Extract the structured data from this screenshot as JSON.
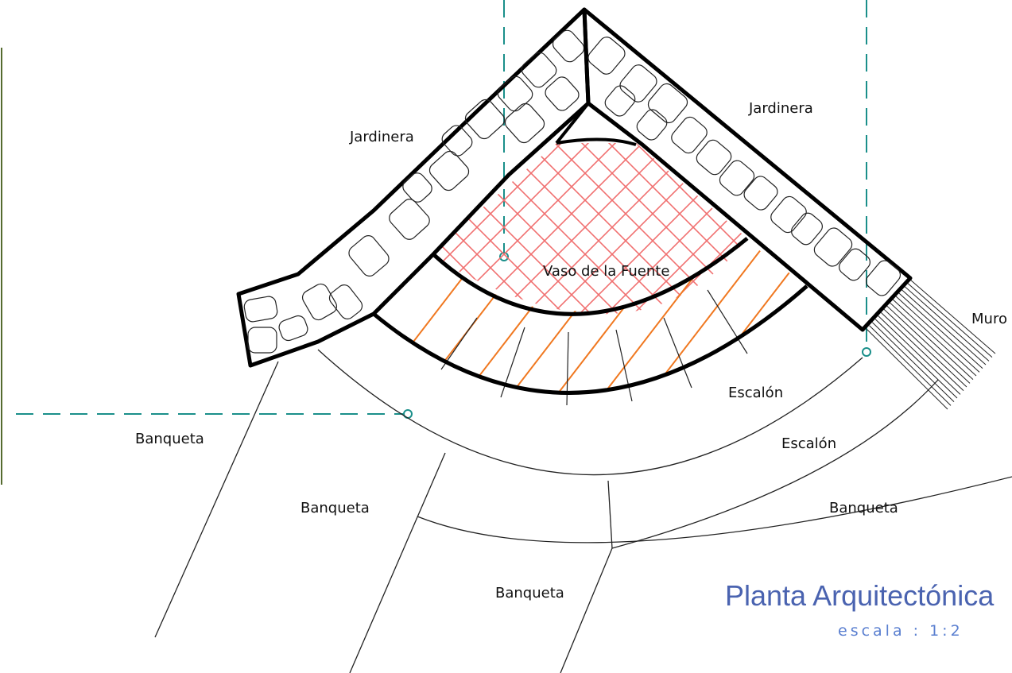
{
  "labels": {
    "jardinera_left": "Jardinera",
    "jardinera_right": "Jardinera",
    "vaso": "Vaso de la Fuente",
    "muro": "Muro",
    "escalon_inner": "Escalón",
    "escalon_outer": "Escalón",
    "banqueta_left": "Banqueta",
    "banqueta_center_left": "Banqueta",
    "banqueta_right": "Banqueta",
    "banqueta_bottom": "Banqueta"
  },
  "title": {
    "main": "Planta Arquitectónica",
    "scale": "escala : 1:2"
  },
  "colors": {
    "cut_line": "#1a8f8a",
    "hatch_basin": "#f07070",
    "hatch_step": "#f07820",
    "title": "#4a63b0",
    "scale": "#5a7fd0"
  }
}
